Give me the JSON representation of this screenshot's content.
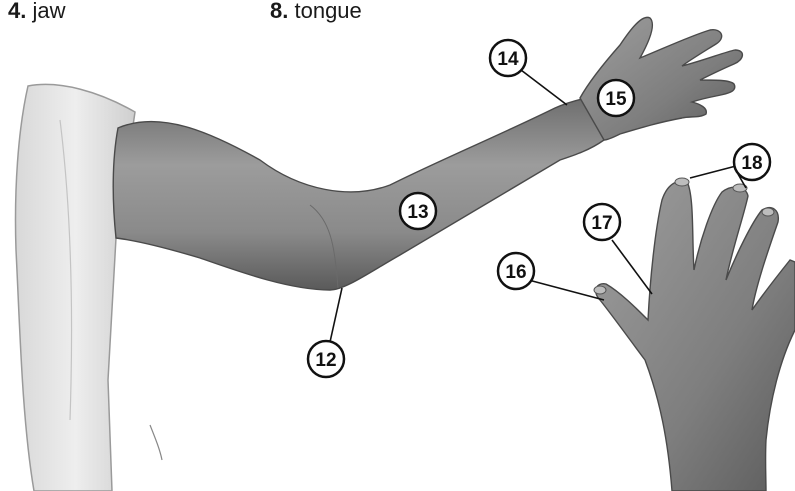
{
  "vocab_list": [
    {
      "number": "4.",
      "word": "jaw"
    },
    {
      "number": "8.",
      "word": "tongue"
    }
  ],
  "callouts": [
    {
      "label": "12",
      "part": "elbow"
    },
    {
      "label": "13",
      "part": "forearm"
    },
    {
      "label": "14",
      "part": "wrist"
    },
    {
      "label": "15",
      "part": "palm"
    },
    {
      "label": "16",
      "part": "thumb"
    },
    {
      "label": "17",
      "part": "knuckle"
    },
    {
      "label": "18",
      "part": "fingernail"
    }
  ],
  "colors": {
    "skin_light": "#a9a9a9",
    "skin_mid": "#8a8a8a",
    "skin_dark": "#5e5e5e",
    "sleeve": "#e8e8e8",
    "ink": "#111111"
  }
}
